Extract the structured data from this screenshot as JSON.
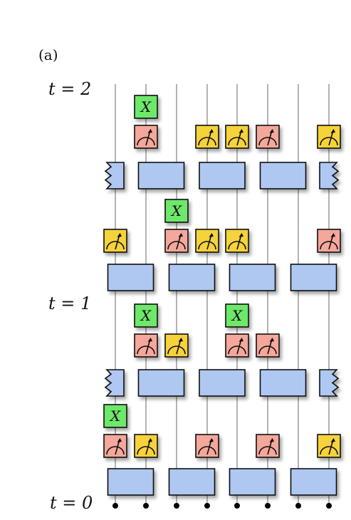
{
  "panel_label": "(a)",
  "time_labels": [
    {
      "id": "t2",
      "text": "t = 2"
    },
    {
      "id": "t1",
      "text": "t = 1"
    },
    {
      "id": "t0",
      "text": "t = 0"
    }
  ],
  "gate_label": "X",
  "colors": {
    "wire": "#8a8a8a",
    "unitary": "#aec8f2",
    "measure_red": "#f4a79a",
    "measure_yellow": "#f6d23a",
    "x_gate": "#6de86b",
    "stroke": "#111111"
  },
  "qubit_count": 8
}
